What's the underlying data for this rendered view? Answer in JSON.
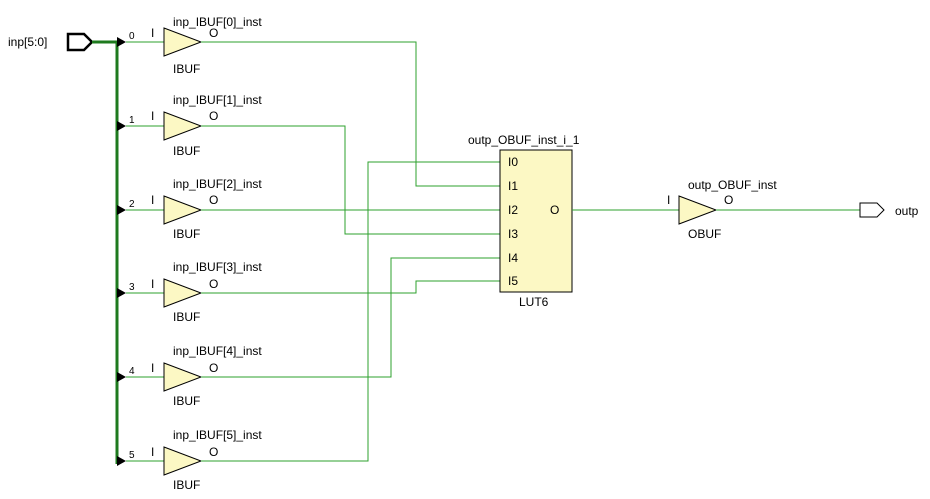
{
  "input_port": {
    "label": "inp[5:0]"
  },
  "output_port": {
    "label": "outp"
  },
  "ibufs": [
    {
      "bit": "0",
      "instance": "inp_IBUF[0]_inst",
      "in_pin": "I",
      "out_pin": "O",
      "type": "IBUF"
    },
    {
      "bit": "1",
      "instance": "inp_IBUF[1]_inst",
      "in_pin": "I",
      "out_pin": "O",
      "type": "IBUF"
    },
    {
      "bit": "2",
      "instance": "inp_IBUF[2]_inst",
      "in_pin": "I",
      "out_pin": "O",
      "type": "IBUF"
    },
    {
      "bit": "3",
      "instance": "inp_IBUF[3]_inst",
      "in_pin": "I",
      "out_pin": "O",
      "type": "IBUF"
    },
    {
      "bit": "4",
      "instance": "inp_IBUF[4]_inst",
      "in_pin": "I",
      "out_pin": "O",
      "type": "IBUF"
    },
    {
      "bit": "5",
      "instance": "inp_IBUF[5]_inst",
      "in_pin": "I",
      "out_pin": "O",
      "type": "IBUF"
    }
  ],
  "lut": {
    "instance": "outp_OBUF_inst_i_1",
    "type": "LUT6",
    "inputs": [
      "I0",
      "I1",
      "I2",
      "I3",
      "I4",
      "I5"
    ],
    "output": "O"
  },
  "obuf": {
    "instance": "outp_OBUF_inst",
    "in_pin": "I",
    "out_pin": "O",
    "type": "OBUF"
  },
  "colors": {
    "wire": "#2ea02e",
    "bus": "#1e7a1e",
    "buffer_fill": "#fcf8c4",
    "background": "#ffffff"
  }
}
